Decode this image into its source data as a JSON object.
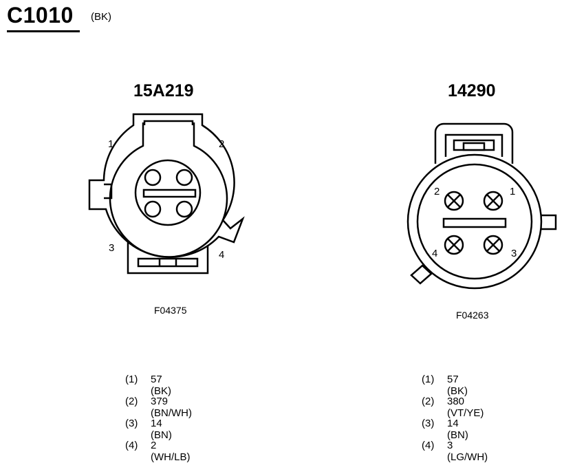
{
  "header": {
    "connector_id": "C1010",
    "color": "(BK)"
  },
  "left_connector": {
    "part_number": "15A219",
    "figure_code": "F04375",
    "pin_labels": [
      "1",
      "2",
      "3",
      "4"
    ],
    "pinout": [
      {
        "num": "(1)",
        "wire": "57 (BK)"
      },
      {
        "num": "(2)",
        "wire": "379 (BN/WH)"
      },
      {
        "num": "(3)",
        "wire": "14 (BN)"
      },
      {
        "num": "(4)",
        "wire": "2 (WH/LB)"
      }
    ]
  },
  "right_connector": {
    "part_number": "14290",
    "figure_code": "F04263",
    "pin_labels": [
      "1",
      "2",
      "3",
      "4"
    ],
    "pinout": [
      {
        "num": "(1)",
        "wire": "57 (BK)"
      },
      {
        "num": "(2)",
        "wire": "380 (VT/YE)"
      },
      {
        "num": "(3)",
        "wire": "14 (BN)"
      },
      {
        "num": "(4)",
        "wire": "3 (LG/WH)"
      }
    ]
  }
}
